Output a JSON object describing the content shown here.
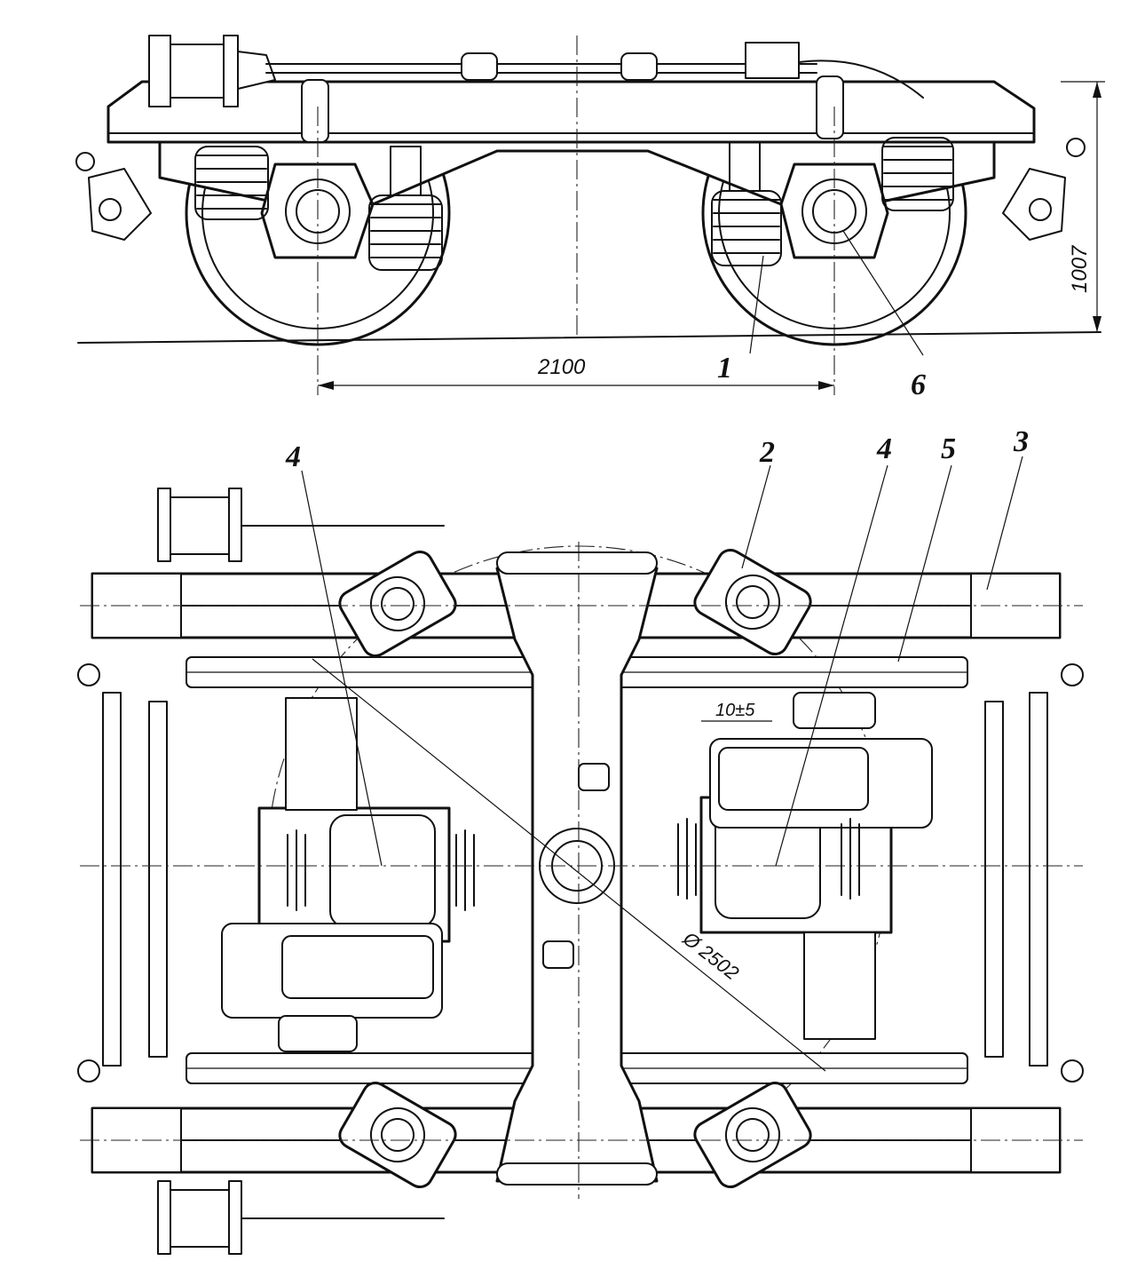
{
  "figure": {
    "dimensions": {
      "wheelbase": "2100",
      "height": "1007",
      "diameter": "Ø 2502",
      "clearance": "10±5"
    },
    "callouts": {
      "side_1": "1",
      "side_6": "6",
      "plan_4_left": "4",
      "plan_2": "2",
      "plan_4_right": "4",
      "plan_5": "5",
      "plan_3": "3"
    }
  }
}
